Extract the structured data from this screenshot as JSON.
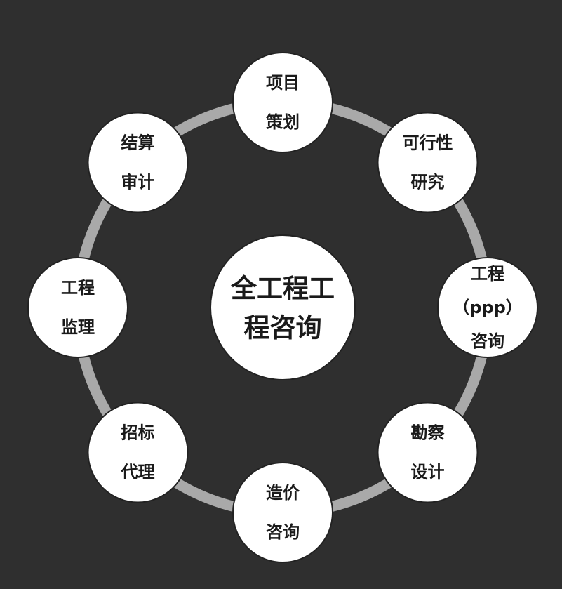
{
  "center": {
    "lines": [
      "全工程工",
      "程咨询"
    ]
  },
  "nodes": [
    {
      "id": "project-planning",
      "lines": [
        "项目",
        "策划"
      ]
    },
    {
      "id": "feasibility-study",
      "lines": [
        "可行性",
        "研究"
      ]
    },
    {
      "id": "ppp-consulting",
      "lines": [
        "工程",
        "（ppp）",
        "咨询"
      ]
    },
    {
      "id": "survey-design",
      "lines": [
        "勘察",
        "设计"
      ]
    },
    {
      "id": "cost-consulting",
      "lines": [
        "造价",
        "咨询"
      ]
    },
    {
      "id": "bidding-agency",
      "lines": [
        "招标",
        "代理"
      ]
    },
    {
      "id": "project-supervision",
      "lines": [
        "工程",
        "监理"
      ]
    },
    {
      "id": "settlement-audit",
      "lines": [
        "结算",
        "审计"
      ]
    }
  ],
  "colors": {
    "background": "#2f2f2f",
    "ring": "#a9a9a9",
    "circle_fill": "#ffffff",
    "circle_stroke": "#222222",
    "text": "#1a1a1a"
  }
}
